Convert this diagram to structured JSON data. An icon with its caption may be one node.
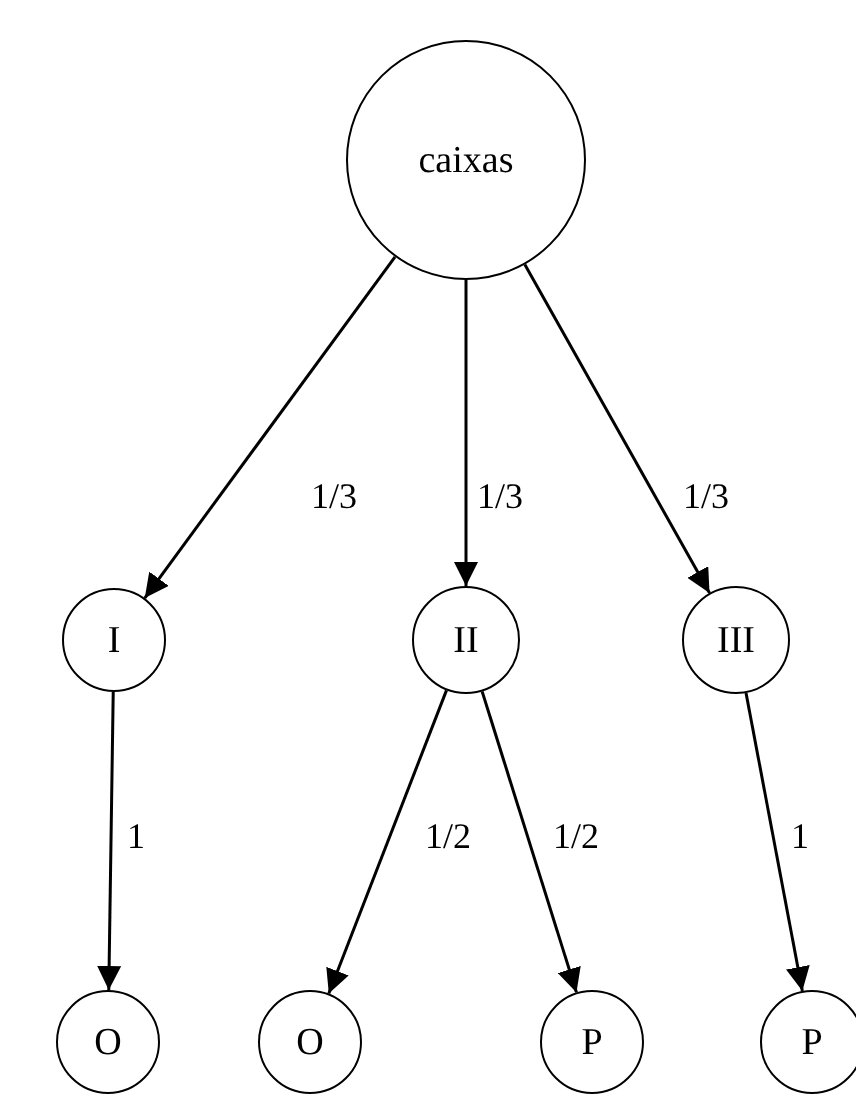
{
  "diagram": {
    "nodes": [
      {
        "text": [
          "caixas"
        ]
      },
      {
        "text": [
          "I"
        ]
      },
      {
        "text": [
          "II"
        ]
      },
      {
        "text": [
          "III"
        ]
      },
      {
        "text": [
          "O"
        ]
      },
      {
        "text": [
          "O"
        ]
      },
      {
        "text": [
          "P"
        ]
      },
      {
        "text": [
          "P"
        ]
      }
    ],
    "edges": [
      {
        "from": 0,
        "to": 1,
        "arrow": "to",
        "label": "1/3"
      },
      {
        "from": 0,
        "to": 2,
        "arrow": "to",
        "label": "1/3"
      },
      {
        "from": 0,
        "to": 3,
        "arrow": "to",
        "label": "1/3"
      },
      {
        "from": 1,
        "to": 4,
        "arrow": "to",
        "label": "1"
      },
      {
        "from": 2,
        "to": 5,
        "arrow": "to",
        "label": "1/2"
      },
      {
        "from": 2,
        "to": 6,
        "arrow": "to",
        "label": "1/2"
      },
      {
        "from": 3,
        "to": 7,
        "arrow": "to",
        "label": "1"
      }
    ]
  }
}
